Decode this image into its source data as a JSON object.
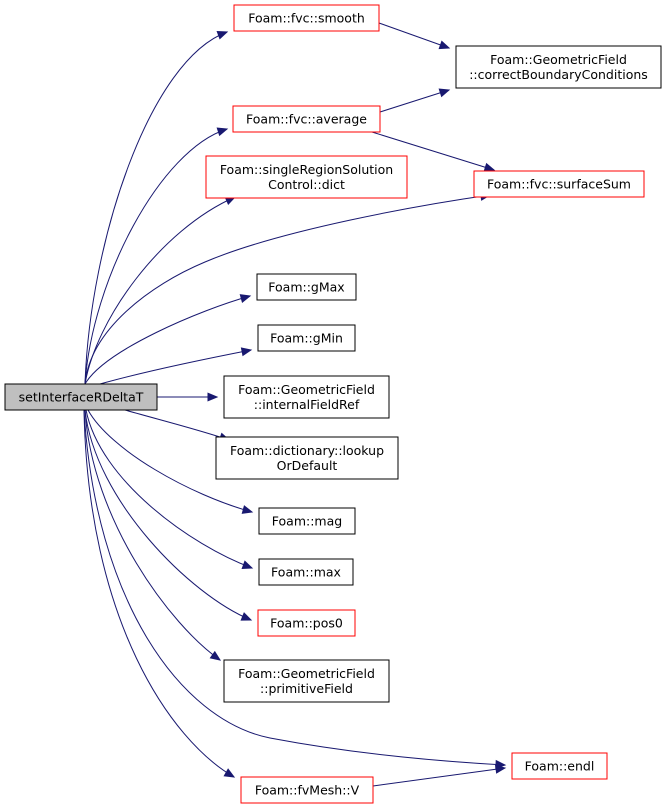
{
  "graph": {
    "root": {
      "id": "root",
      "lines": [
        "setInterfaceRDeltaT"
      ],
      "style": "root"
    },
    "nodes": [
      {
        "id": "smooth",
        "lines": [
          "Foam::fvc::smooth"
        ],
        "border": "#ff0000"
      },
      {
        "id": "correctBC",
        "lines": [
          "Foam::GeometricField",
          "::correctBoundaryConditions"
        ],
        "border": "#000000"
      },
      {
        "id": "average",
        "lines": [
          "Foam::fvc::average"
        ],
        "border": "#ff0000"
      },
      {
        "id": "surfaceSum",
        "lines": [
          "Foam::fvc::surfaceSum"
        ],
        "border": "#ff0000"
      },
      {
        "id": "dict",
        "lines": [
          "Foam::singleRegionSolution",
          "Control::dict"
        ],
        "border": "#ff0000"
      },
      {
        "id": "gMax",
        "lines": [
          "Foam::gMax"
        ],
        "border": "#000000"
      },
      {
        "id": "gMin",
        "lines": [
          "Foam::gMin"
        ],
        "border": "#000000"
      },
      {
        "id": "internalFieldRef",
        "lines": [
          "Foam::GeometricField",
          "::internalFieldRef"
        ],
        "border": "#000000"
      },
      {
        "id": "lookupOrDefault",
        "lines": [
          "Foam::dictionary::lookup",
          "OrDefault"
        ],
        "border": "#000000"
      },
      {
        "id": "mag",
        "lines": [
          "Foam::mag"
        ],
        "border": "#000000"
      },
      {
        "id": "max",
        "lines": [
          "Foam::max"
        ],
        "border": "#000000"
      },
      {
        "id": "pos0",
        "lines": [
          "Foam::pos0"
        ],
        "border": "#ff0000"
      },
      {
        "id": "primitiveField",
        "lines": [
          "Foam::GeometricField",
          "::primitiveField"
        ],
        "border": "#000000"
      },
      {
        "id": "endl",
        "lines": [
          "Foam::endl"
        ],
        "border": "#ff0000"
      },
      {
        "id": "fvMeshV",
        "lines": [
          "Foam::fvMesh::V"
        ],
        "border": "#ff0000"
      }
    ],
    "edges": [
      {
        "from": "root",
        "to": "smooth"
      },
      {
        "from": "root",
        "to": "correctBC"
      },
      {
        "from": "root",
        "to": "average"
      },
      {
        "from": "root",
        "to": "dict"
      },
      {
        "from": "root",
        "to": "surfaceSum"
      },
      {
        "from": "root",
        "to": "gMax"
      },
      {
        "from": "root",
        "to": "gMin"
      },
      {
        "from": "root",
        "to": "internalFieldRef"
      },
      {
        "from": "root",
        "to": "lookupOrDefault"
      },
      {
        "from": "root",
        "to": "mag"
      },
      {
        "from": "root",
        "to": "max"
      },
      {
        "from": "root",
        "to": "pos0"
      },
      {
        "from": "root",
        "to": "primitiveField"
      },
      {
        "from": "root",
        "to": "endl"
      },
      {
        "from": "root",
        "to": "fvMeshV"
      },
      {
        "from": "smooth",
        "to": "correctBC"
      },
      {
        "from": "average",
        "to": "correctBC"
      },
      {
        "from": "average",
        "to": "surfaceSum"
      },
      {
        "from": "fvMeshV",
        "to": "endl"
      }
    ],
    "colors": {
      "edge": "#191970",
      "root_fill": "#bfbfbf",
      "node_fill": "#ffffff"
    }
  }
}
